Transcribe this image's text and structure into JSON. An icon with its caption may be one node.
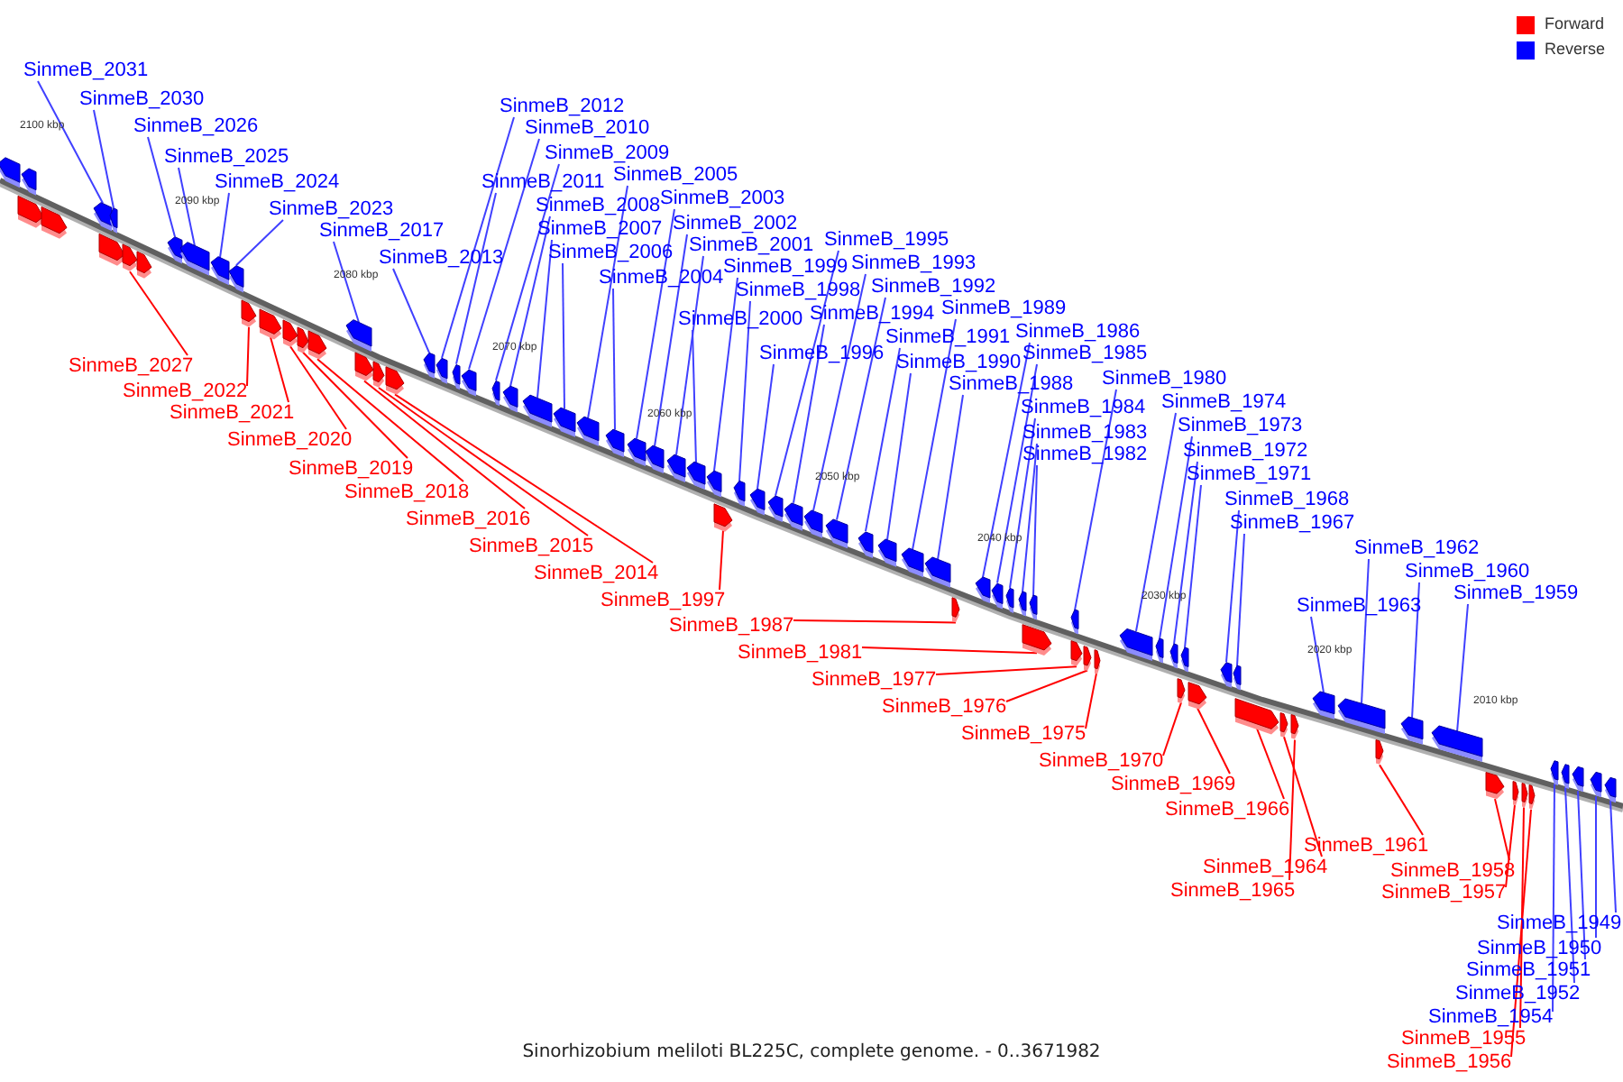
{
  "diagram": {
    "caption": "Sinorhizobium meliloti BL225C, complete genome. - 0..3671982",
    "nodes": [
      {
        "text": [
          "SinmeB_2031"
        ]
      },
      {
        "text": [
          "SinmeB_2030"
        ]
      },
      {
        "text": [
          "SinmeB_2026"
        ]
      },
      {
        "text": [
          "SinmeB_2025"
        ]
      },
      {
        "text": [
          "SinmeB_2024"
        ]
      },
      {
        "text": [
          "SinmeB_2023"
        ]
      },
      {
        "text": [
          "SinmeB_2017"
        ]
      },
      {
        "text": [
          "SinmeB_2013"
        ]
      },
      {
        "text": [
          "SinmeB_2012"
        ]
      },
      {
        "text": [
          "SinmeB_2010"
        ]
      },
      {
        "text": [
          "SinmeB_2009"
        ]
      },
      {
        "text": [
          "SinmeB_2011"
        ]
      },
      {
        "text": [
          "SinmeB_2005"
        ]
      },
      {
        "text": [
          "SinmeB_2008"
        ]
      },
      {
        "text": [
          "SinmeB_2003"
        ]
      },
      {
        "text": [
          "SinmeB_2007"
        ]
      },
      {
        "text": [
          "SinmeB_2002"
        ]
      },
      {
        "text": [
          "SinmeB_2001"
        ]
      },
      {
        "text": [
          "SinmeB_2006"
        ]
      },
      {
        "text": [
          "SinmeB_1999"
        ]
      },
      {
        "text": [
          "SinmeB_2004"
        ]
      },
      {
        "text": [
          "SinmeB_1998"
        ]
      },
      {
        "text": [
          "SinmeB_2000"
        ]
      },
      {
        "text": [
          "SinmeB_1995"
        ]
      },
      {
        "text": [
          "SinmeB_1993"
        ]
      },
      {
        "text": [
          "SinmeB_1992"
        ]
      },
      {
        "text": [
          "SinmeB_1994"
        ]
      },
      {
        "text": [
          "SinmeB_1996"
        ]
      },
      {
        "text": [
          "SinmeB_1991"
        ]
      },
      {
        "text": [
          "SinmeB_1990"
        ]
      },
      {
        "text": [
          "SinmeB_1989"
        ]
      },
      {
        "text": [
          "SinmeB_1988"
        ]
      },
      {
        "text": [
          "SinmeB_1986"
        ]
      },
      {
        "text": [
          "SinmeB_1985"
        ]
      },
      {
        "text": [
          "SinmeB_1980"
        ]
      },
      {
        "text": [
          "SinmeB_1984"
        ]
      },
      {
        "text": [
          "SinmeB_1974"
        ]
      },
      {
        "text": [
          "SinmeB_1983"
        ]
      },
      {
        "text": [
          "SinmeB_1973"
        ]
      },
      {
        "text": [
          "SinmeB_1982"
        ]
      },
      {
        "text": [
          "SinmeB_1972"
        ]
      },
      {
        "text": [
          "SinmeB_1971"
        ]
      },
      {
        "text": [
          "SinmeB_1968"
        ]
      },
      {
        "text": [
          "SinmeB_1967"
        ]
      },
      {
        "text": [
          "SinmeB_1962"
        ]
      },
      {
        "text": [
          "SinmeB_1960"
        ]
      },
      {
        "text": [
          "SinmeB_1959"
        ]
      },
      {
        "text": [
          "SinmeB_1963"
        ]
      },
      {
        "text": [
          "SinmeB_2027"
        ]
      },
      {
        "text": [
          "SinmeB_2022"
        ]
      },
      {
        "text": [
          "SinmeB_2021"
        ]
      },
      {
        "text": [
          "SinmeB_2020"
        ]
      },
      {
        "text": [
          "SinmeB_2019"
        ]
      },
      {
        "text": [
          "SinmeB_2018"
        ]
      },
      {
        "text": [
          "SinmeB_2016"
        ]
      },
      {
        "text": [
          "SinmeB_2015"
        ]
      },
      {
        "text": [
          "SinmeB_2014"
        ]
      },
      {
        "text": [
          "SinmeB_1997"
        ]
      },
      {
        "text": [
          "SinmeB_1987"
        ]
      },
      {
        "text": [
          "SinmeB_1981"
        ]
      },
      {
        "text": [
          "SinmeB_1977"
        ]
      },
      {
        "text": [
          "SinmeB_1976"
        ]
      },
      {
        "text": [
          "SinmeB_1975"
        ]
      },
      {
        "text": [
          "SinmeB_1970"
        ]
      },
      {
        "text": [
          "SinmeB_1969"
        ]
      },
      {
        "text": [
          "SinmeB_1966"
        ]
      },
      {
        "text": [
          "SinmeB_1964"
        ]
      },
      {
        "text": [
          "SinmeB_1965"
        ]
      },
      {
        "text": [
          "SinmeB_1961"
        ]
      },
      {
        "text": [
          "SinmeB_1958"
        ]
      },
      {
        "text": [
          "SinmeB_1957"
        ]
      },
      {
        "text": [
          "SinmeB_1949"
        ]
      },
      {
        "text": [
          "SinmeB_1950"
        ]
      },
      {
        "text": [
          "SinmeB_1951"
        ]
      },
      {
        "text": [
          "SinmeB_1952"
        ]
      },
      {
        "text": [
          "SinmeB_1954"
        ]
      },
      {
        "text": [
          "SinmeB_1955"
        ]
      },
      {
        "text": [
          "SinmeB_1956"
        ]
      },
      {
        "text": [],
        "shape": "pentagon"
      },
      {
        "text": [],
        "shape": "pentagon"
      },
      {
        "text": [],
        "shape": "pentagon"
      },
      {
        "text": [],
        "shape": "pentagon"
      },
      {
        "text": [],
        "shape": "pentagon"
      },
      {
        "text": [],
        "shape": "pentagon"
      },
      {
        "text": [],
        "shape": "pentagon"
      },
      {
        "text": [],
        "shape": "pentagon"
      },
      {
        "text": [],
        "shape": "pentagon"
      },
      {
        "text": [],
        "shape": "pentagon"
      },
      {
        "text": [],
        "shape": "pentagon"
      },
      {
        "text": [],
        "shape": "pentagon"
      },
      {
        "text": [],
        "shape": "pentagon"
      },
      {
        "text": [],
        "shape": "pentagon"
      },
      {
        "text": [],
        "shape": "pentagon"
      },
      {
        "text": [],
        "shape": "pentagon"
      },
      {
        "text": [],
        "shape": "pentagon"
      },
      {
        "text": [],
        "shape": "pentagon"
      },
      {
        "text": [],
        "shape": "pentagon"
      },
      {
        "text": [],
        "shape": "pentagon"
      },
      {
        "text": [],
        "shape": "pentagon"
      },
      {
        "text": [],
        "shape": "pentagon"
      },
      {
        "text": [],
        "shape": "pentagon"
      },
      {
        "text": [],
        "shape": "pentagon"
      },
      {
        "text": [],
        "shape": "pentagon"
      },
      {
        "text": [],
        "shape": "pentagon"
      },
      {
        "text": [],
        "shape": "pentagon"
      },
      {
        "text": [],
        "shape": "pentagon"
      },
      {
        "text": [],
        "shape": "pentagon"
      },
      {
        "text": [],
        "shape": "pentagon"
      },
      {
        "text": [],
        "shape": "pentagon"
      },
      {
        "text": [],
        "shape": "pentagon"
      },
      {
        "text": [],
        "shape": "pentagon"
      },
      {
        "text": [],
        "shape": "pentagon"
      },
      {
        "text": [],
        "shape": "pentagon"
      },
      {
        "text": [],
        "shape": "pentagon"
      },
      {
        "text": [],
        "shape": "pentagon"
      },
      {
        "text": [],
        "shape": "pentagon"
      },
      {
        "text": [],
        "shape": "pentagon"
      },
      {
        "text": [],
        "shape": "pentagon"
      },
      {
        "text": [],
        "shape": "pentagon"
      },
      {
        "text": [],
        "shape": "pentagon"
      },
      {
        "text": [],
        "shape": "pentagon"
      },
      {
        "text": [],
        "shape": "pentagon"
      },
      {
        "text": [],
        "shape": "pentagon"
      },
      {
        "text": [],
        "shape": "pentagon"
      },
      {
        "text": [],
        "shape": "pentagon"
      },
      {
        "text": [],
        "shape": "pentagon"
      },
      {
        "text": [],
        "shape": "pentagon"
      },
      {
        "text": [],
        "shape": "pentagon"
      },
      {
        "text": [],
        "shape": "pentagon"
      },
      {
        "text": [],
        "shape": "pentagon"
      },
      {
        "text": [],
        "shape": "pentagon"
      },
      {
        "text": [],
        "shape": "pentagon"
      },
      {
        "text": [],
        "shape": "pentagon"
      },
      {
        "text": [],
        "shape": "pentagon"
      },
      {
        "text": [],
        "shape": "pentagon"
      },
      {
        "text": [],
        "shape": "pentagon"
      },
      {
        "text": [],
        "shape": "pentagon"
      },
      {
        "text": [],
        "shape": "pentagon"
      },
      {
        "text": [],
        "shape": "pentagon"
      },
      {
        "text": [],
        "shape": "pentagon"
      },
      {
        "text": [],
        "shape": "pentagon"
      },
      {
        "text": [],
        "shape": "pentagon"
      },
      {
        "text": [],
        "shape": "pentagon"
      },
      {
        "text": [],
        "shape": "pentagon"
      },
      {
        "text": [],
        "shape": "pentagon"
      },
      {
        "text": [],
        "shape": "pentagon"
      },
      {
        "text": [],
        "shape": "pentagon"
      },
      {
        "text": [],
        "shape": "pentagon"
      },
      {
        "text": [],
        "shape": "pentagon"
      },
      {
        "text": [],
        "shape": "pentagon"
      },
      {
        "text": [],
        "shape": "pentagon"
      },
      {
        "text": [],
        "shape": "pentagon"
      },
      {
        "text": [],
        "shape": "pentagon"
      },
      {
        "text": [],
        "shape": "pentagon"
      },
      {
        "text": [],
        "shape": "pentagon"
      },
      {
        "text": [],
        "shape": "pentagon"
      }
    ],
    "edges": [
      {
        "from": 0,
        "to": 78,
        "arrow": "none"
      },
      {
        "from": 1,
        "to": 79,
        "arrow": "none"
      },
      {
        "from": 2,
        "to": 81,
        "arrow": "none"
      },
      {
        "from": 3,
        "to": 82,
        "arrow": "none"
      },
      {
        "from": 4,
        "to": 83,
        "arrow": "none"
      },
      {
        "from": 5,
        "to": 84,
        "arrow": "none"
      },
      {
        "from": 6,
        "to": 90,
        "arrow": "none"
      },
      {
        "from": 7,
        "to": 94,
        "arrow": "none"
      },
      {
        "from": 8,
        "to": 95,
        "arrow": "none"
      },
      {
        "from": 9,
        "to": 97,
        "arrow": "none"
      },
      {
        "from": 10,
        "to": 98,
        "arrow": "none"
      },
      {
        "from": 11,
        "to": 96,
        "arrow": "none"
      },
      {
        "from": 12,
        "to": 102,
        "arrow": "none"
      },
      {
        "from": 13,
        "to": 99,
        "arrow": "none"
      },
      {
        "from": 14,
        "to": 104,
        "arrow": "none"
      },
      {
        "from": 15,
        "to": 100,
        "arrow": "none"
      },
      {
        "from": 16,
        "to": 105,
        "arrow": "none"
      },
      {
        "from": 17,
        "to": 106,
        "arrow": "none"
      },
      {
        "from": 18,
        "to": 101,
        "arrow": "none"
      },
      {
        "from": 19,
        "to": 108,
        "arrow": "none"
      },
      {
        "from": 20,
        "to": 103,
        "arrow": "none"
      },
      {
        "from": 21,
        "to": 110,
        "arrow": "none"
      },
      {
        "from": 22,
        "to": 107,
        "arrow": "none"
      },
      {
        "from": 23,
        "to": 112,
        "arrow": "none"
      },
      {
        "from": 24,
        "to": 114,
        "arrow": "none"
      },
      {
        "from": 25,
        "to": 115,
        "arrow": "none"
      },
      {
        "from": 26,
        "to": 113,
        "arrow": "none"
      },
      {
        "from": 27,
        "to": 111,
        "arrow": "none"
      },
      {
        "from": 28,
        "to": 116,
        "arrow": "none"
      },
      {
        "from": 29,
        "to": 117,
        "arrow": "none"
      },
      {
        "from": 30,
        "to": 118,
        "arrow": "none"
      },
      {
        "from": 31,
        "to": 119,
        "arrow": "none"
      },
      {
        "from": 32,
        "to": 121,
        "arrow": "none"
      },
      {
        "from": 33,
        "to": 122,
        "arrow": "none"
      },
      {
        "from": 34,
        "to": 127,
        "arrow": "none"
      },
      {
        "from": 35,
        "to": 123,
        "arrow": "none"
      },
      {
        "from": 36,
        "to": 131,
        "arrow": "none"
      },
      {
        "from": 37,
        "to": 124,
        "arrow": "none"
      },
      {
        "from": 38,
        "to": 132,
        "arrow": "none"
      },
      {
        "from": 39,
        "to": 125,
        "arrow": "none"
      },
      {
        "from": 40,
        "to": 133,
        "arrow": "none"
      },
      {
        "from": 41,
        "to": 135,
        "arrow": "none"
      },
      {
        "from": 42,
        "to": 137,
        "arrow": "none"
      },
      {
        "from": 43,
        "to": 138,
        "arrow": "none"
      },
      {
        "from": 44,
        "to": 143,
        "arrow": "none"
      },
      {
        "from": 45,
        "to": 145,
        "arrow": "none"
      },
      {
        "from": 46,
        "to": 146,
        "arrow": "none"
      },
      {
        "from": 47,
        "to": 142,
        "arrow": "none"
      },
      {
        "from": 48,
        "to": 80,
        "arrow": "none",
        "color": "#ff0000"
      },
      {
        "from": 49,
        "to": 85,
        "arrow": "none",
        "color": "#ff0000"
      },
      {
        "from": 50,
        "to": 86,
        "arrow": "none",
        "color": "#ff0000"
      },
      {
        "from": 51,
        "to": 87,
        "arrow": "none",
        "color": "#ff0000"
      },
      {
        "from": 52,
        "to": 88,
        "arrow": "none",
        "color": "#ff0000"
      },
      {
        "from": 53,
        "to": 89,
        "arrow": "none",
        "color": "#ff0000"
      },
      {
        "from": 54,
        "to": 91,
        "arrow": "none",
        "color": "#ff0000"
      },
      {
        "from": 55,
        "to": 92,
        "arrow": "none",
        "color": "#ff0000"
      },
      {
        "from": 56,
        "to": 93,
        "arrow": "none",
        "color": "#ff0000"
      },
      {
        "from": 57,
        "to": 109,
        "arrow": "none",
        "color": "#ff0000"
      },
      {
        "from": 58,
        "to": 120,
        "arrow": "none",
        "color": "#ff0000"
      },
      {
        "from": 59,
        "to": 126,
        "arrow": "none",
        "color": "#ff0000"
      },
      {
        "from": 60,
        "to": 128,
        "arrow": "none",
        "color": "#ff0000"
      },
      {
        "from": 61,
        "to": 129,
        "arrow": "none",
        "color": "#ff0000"
      },
      {
        "from": 62,
        "to": 130,
        "arrow": "none",
        "color": "#ff0000"
      },
      {
        "from": 63,
        "to": 134,
        "arrow": "none",
        "color": "#ff0000"
      },
      {
        "from": 64,
        "to": 136,
        "arrow": "none",
        "color": "#ff0000"
      },
      {
        "from": 65,
        "to": 139,
        "arrow": "none",
        "color": "#ff0000"
      },
      {
        "from": 66,
        "to": 140,
        "arrow": "none",
        "color": "#ff0000"
      },
      {
        "from": 67,
        "to": 141,
        "arrow": "none",
        "color": "#ff0000"
      },
      {
        "from": 68,
        "to": 144,
        "arrow": "none",
        "color": "#ff0000"
      },
      {
        "from": 69,
        "to": 147,
        "arrow": "none",
        "color": "#ff0000"
      },
      {
        "from": 70,
        "to": 148,
        "arrow": "none",
        "color": "#ff0000"
      },
      {
        "from": 71,
        "to": 155,
        "arrow": "none"
      },
      {
        "from": 72,
        "to": 154,
        "arrow": "none"
      },
      {
        "from": 73,
        "to": 153,
        "arrow": "none"
      },
      {
        "from": 74,
        "to": 152,
        "arrow": "none"
      },
      {
        "from": 75,
        "to": 151,
        "arrow": "none"
      },
      {
        "from": 76,
        "to": 149,
        "arrow": "none",
        "color": "#ff0000"
      },
      {
        "from": 77,
        "to": 150,
        "arrow": "none",
        "color": "#ff0000"
      }
    ],
    "labels": [
      "2100 kbp",
      "2090 kbp",
      "2080 kbp",
      "2070 kbp",
      "2060 kbp",
      "2050 kbp",
      "2040 kbp",
      "2030 kbp",
      "2020 kbp",
      "2010 kbp"
    ],
    "legend": [
      {
        "text": "Forward",
        "color": "#ff0000"
      },
      {
        "text": "Reverse",
        "color": "#0000ff"
      }
    ]
  }
}
